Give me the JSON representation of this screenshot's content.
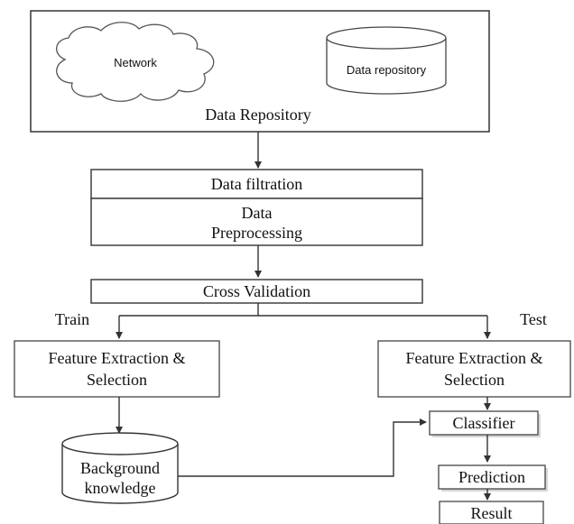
{
  "diagram": {
    "repository_box": {
      "network_label": "Network",
      "data_repository_cylinder_label": "Data repository",
      "title": "Data Repository"
    },
    "data_filtration": "Data filtration",
    "data_preprocessing": {
      "line1": "Data",
      "line2": "Preprocessing"
    },
    "cross_validation": "Cross Validation",
    "train_label": "Train",
    "test_label": "Test",
    "feature_left": {
      "line1": "Feature Extraction &",
      "line2": "Selection"
    },
    "feature_right": {
      "line1": "Feature Extraction &",
      "line2": "Selection"
    },
    "background_knowledge": {
      "line1": "Background",
      "line2": "knowledge"
    },
    "classifier": "Classifier",
    "prediction": "Prediction",
    "result": "Result"
  }
}
